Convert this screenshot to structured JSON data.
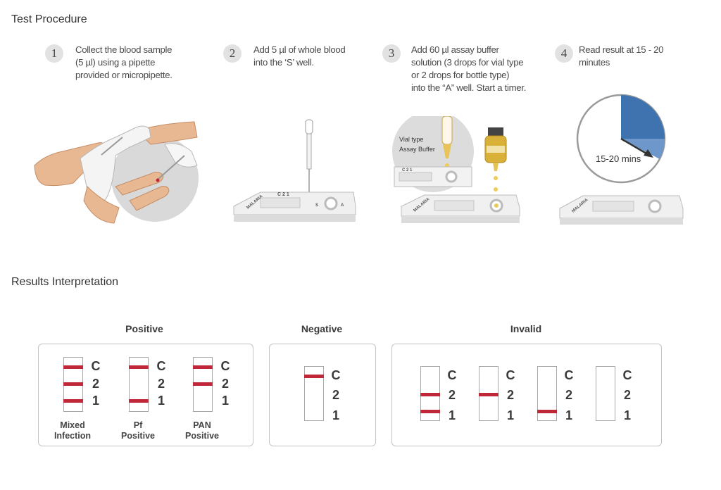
{
  "procedure": {
    "title": "Test Procedure",
    "steps": [
      {
        "num": "1",
        "text": "Collect the blood sample\n(5 µl) using a pipette\nprovided or micropipette."
      },
      {
        "num": "2",
        "text": "Add 5 µl of whole blood\ninto the ‘S’ well."
      },
      {
        "num": "3",
        "text": "Add 60 µl assay buffer\nsolution (3 drops for vial type\nor 2 drops for bottle type)\ninto the “A” well. Start a timer."
      },
      {
        "num": "4",
        "text": "Read result at 15 - 20\nminutes"
      }
    ],
    "cassette": {
      "brand": "MALARIA",
      "marks": [
        "C",
        "2",
        "1"
      ],
      "s_label": "S",
      "a_label": "A"
    },
    "vial_label": [
      "Vial type",
      "Assay Buffer"
    ],
    "timer_label": "15-20 mins"
  },
  "results": {
    "title": "Results Interpretation",
    "positive": {
      "title": "Positive",
      "cases": [
        {
          "caption": [
            "Mixed",
            "Infection"
          ],
          "bands": [
            "C",
            "2",
            "1"
          ]
        },
        {
          "caption": [
            "Pf",
            "Positive"
          ],
          "bands": [
            "C",
            "1"
          ]
        },
        {
          "caption": [
            "PAN",
            "Positive"
          ],
          "bands": [
            "C",
            "2"
          ]
        }
      ]
    },
    "negative": {
      "title": "Negative",
      "cases": [
        {
          "bands": [
            "C"
          ]
        }
      ]
    },
    "invalid": {
      "title": "Invalid",
      "cases": [
        {
          "bands": [
            "2",
            "1"
          ]
        },
        {
          "bands": [
            "2"
          ]
        },
        {
          "bands": [
            "1"
          ]
        },
        {
          "bands": []
        }
      ]
    },
    "line_labels": [
      "C",
      "2",
      "1"
    ],
    "band_color": "#c0283a"
  }
}
